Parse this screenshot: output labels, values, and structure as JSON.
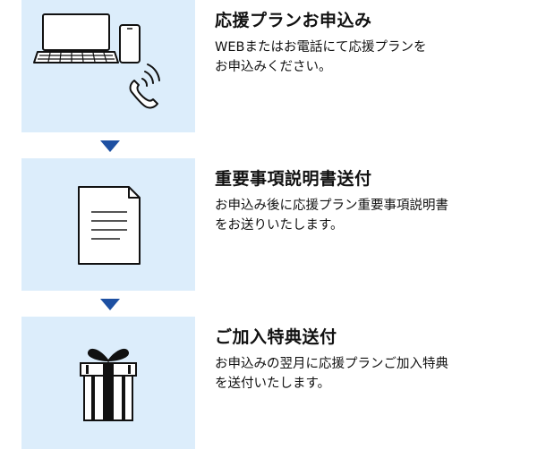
{
  "steps": [
    {
      "icon": "laptop-phone-call-icon",
      "title": "応援プランお申込み",
      "description_lines": [
        "WEBまたはお電話にて応援プランを",
        "お申込みください。"
      ]
    },
    {
      "icon": "document-icon",
      "title": "重要事項説明書送付",
      "description_lines": [
        "お申込み後に応援プラン重要事項説明書",
        "をお送りいたします。"
      ]
    },
    {
      "icon": "gift-box-icon",
      "title": "ご加入特典送付",
      "description_lines": [
        "お申込みの翌月に応援プランご加入特典",
        "を送付いたします。"
      ]
    }
  ],
  "colors": {
    "icon_background": "#dcedfb",
    "arrow": "#1d50a2",
    "text": "#111111"
  }
}
